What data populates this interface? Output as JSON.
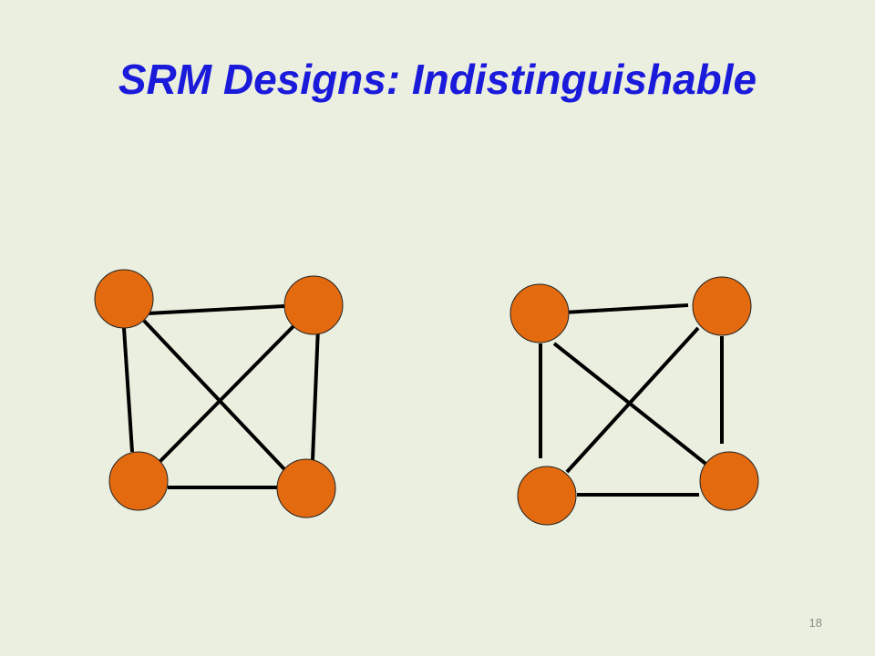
{
  "slide": {
    "title": "SRM Designs: Indistinguishable",
    "page_number": "18"
  },
  "colors": {
    "background": "#ebefdf",
    "title": "#1a1adb",
    "node_fill": "#e46a10",
    "edge": "#000000"
  },
  "diagram": {
    "graphs": [
      {
        "name": "left-graph",
        "nodes": [
          "top-left",
          "top-right",
          "bottom-left",
          "bottom-right"
        ],
        "edges": [
          [
            "top-left",
            "top-right"
          ],
          [
            "top-left",
            "bottom-left"
          ],
          [
            "top-left",
            "bottom-right"
          ],
          [
            "top-right",
            "bottom-left"
          ],
          [
            "top-right",
            "bottom-right"
          ],
          [
            "bottom-left",
            "bottom-right"
          ]
        ]
      },
      {
        "name": "right-graph",
        "nodes": [
          "top-left",
          "top-right",
          "bottom-left",
          "bottom-right"
        ],
        "edges": [
          [
            "top-left",
            "top-right"
          ],
          [
            "top-left",
            "bottom-left"
          ],
          [
            "top-left",
            "bottom-right"
          ],
          [
            "top-right",
            "bottom-left"
          ],
          [
            "top-right",
            "bottom-right"
          ],
          [
            "bottom-left",
            "bottom-right"
          ]
        ]
      }
    ]
  }
}
